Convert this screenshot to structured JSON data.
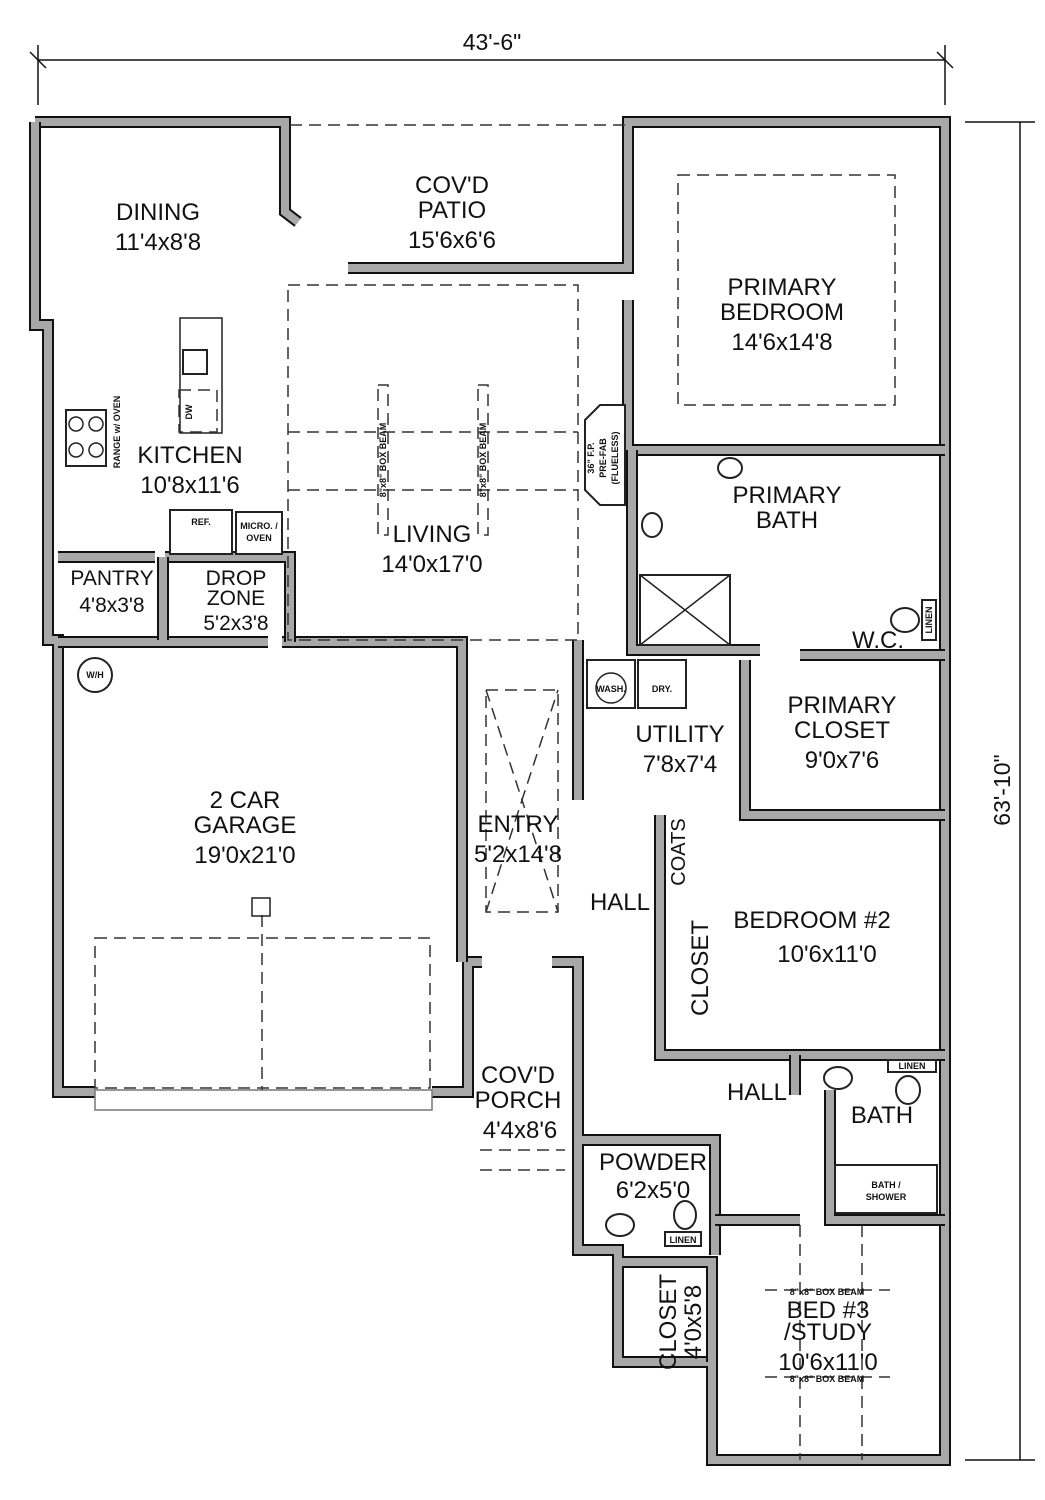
{
  "dimensions": {
    "width": "43'-6\"",
    "depth": "63'-10\""
  },
  "rooms": [
    {
      "id": "dining",
      "name": "DINING",
      "size": "11'4x8'8"
    },
    {
      "id": "patio",
      "name": "COV'D",
      "name2": "PATIO",
      "size": "15'6x6'6"
    },
    {
      "id": "primary-bedroom",
      "name": "PRIMARY",
      "name2": "BEDROOM",
      "size": "14'6x14'8"
    },
    {
      "id": "kitchen",
      "name": "KITCHEN",
      "size": "10'8x11'6"
    },
    {
      "id": "living",
      "name": "LIVING",
      "size": "14'0x17'0"
    },
    {
      "id": "primary-bath",
      "name": "PRIMARY",
      "name2": "BATH"
    },
    {
      "id": "pantry",
      "name": "PANTRY",
      "size": "4'8x3'8"
    },
    {
      "id": "drop-zone",
      "name": "DROP",
      "name2": "ZONE",
      "size": "5'2x3'8"
    },
    {
      "id": "wc",
      "name": "W.C."
    },
    {
      "id": "utility",
      "name": "UTILITY",
      "size": "7'8x7'4"
    },
    {
      "id": "primary-closet",
      "name": "PRIMARY",
      "name2": "CLOSET",
      "size": "9'0x7'6"
    },
    {
      "id": "garage",
      "name": "2 CAR",
      "name2": "GARAGE",
      "size": "19'0x21'0"
    },
    {
      "id": "entry",
      "name": "ENTRY",
      "size": "5'2x14'8"
    },
    {
      "id": "hall1",
      "name": "HALL"
    },
    {
      "id": "coats",
      "name": "COATS"
    },
    {
      "id": "closet2",
      "name": "CLOSET"
    },
    {
      "id": "bedroom2",
      "name": "BEDROOM #2",
      "size": "10'6x11'0"
    },
    {
      "id": "hall2",
      "name": "HALL"
    },
    {
      "id": "bath",
      "name": "BATH"
    },
    {
      "id": "porch",
      "name": "COV'D",
      "name2": "PORCH",
      "size": "4'4x8'6"
    },
    {
      "id": "powder",
      "name": "POWDER",
      "size": "6'2x5'0"
    },
    {
      "id": "closet3",
      "name": "CLOSET",
      "size": "4'0x5'8"
    },
    {
      "id": "bed3",
      "name": "BED #3",
      "name2": "/STUDY",
      "size": "10'6x11'0"
    }
  ],
  "fixtures": {
    "range": "RANGE w/ OVEN",
    "dw": "DW",
    "ref": "REF.",
    "micro": "MICRO. /",
    "micro2": "OVEN",
    "wh": "W/H",
    "wash": "WASH.",
    "dry": "DRY.",
    "linen": "LINEN",
    "fireplace": "36\" F.P.",
    "fireplace2": "PRE-FAB",
    "fireplace3": "(FLUELESS)",
    "box_beam": "8\"x8\" BOX BEAM",
    "bath_shower": "BATH /",
    "bath_shower2": "SHOWER"
  }
}
